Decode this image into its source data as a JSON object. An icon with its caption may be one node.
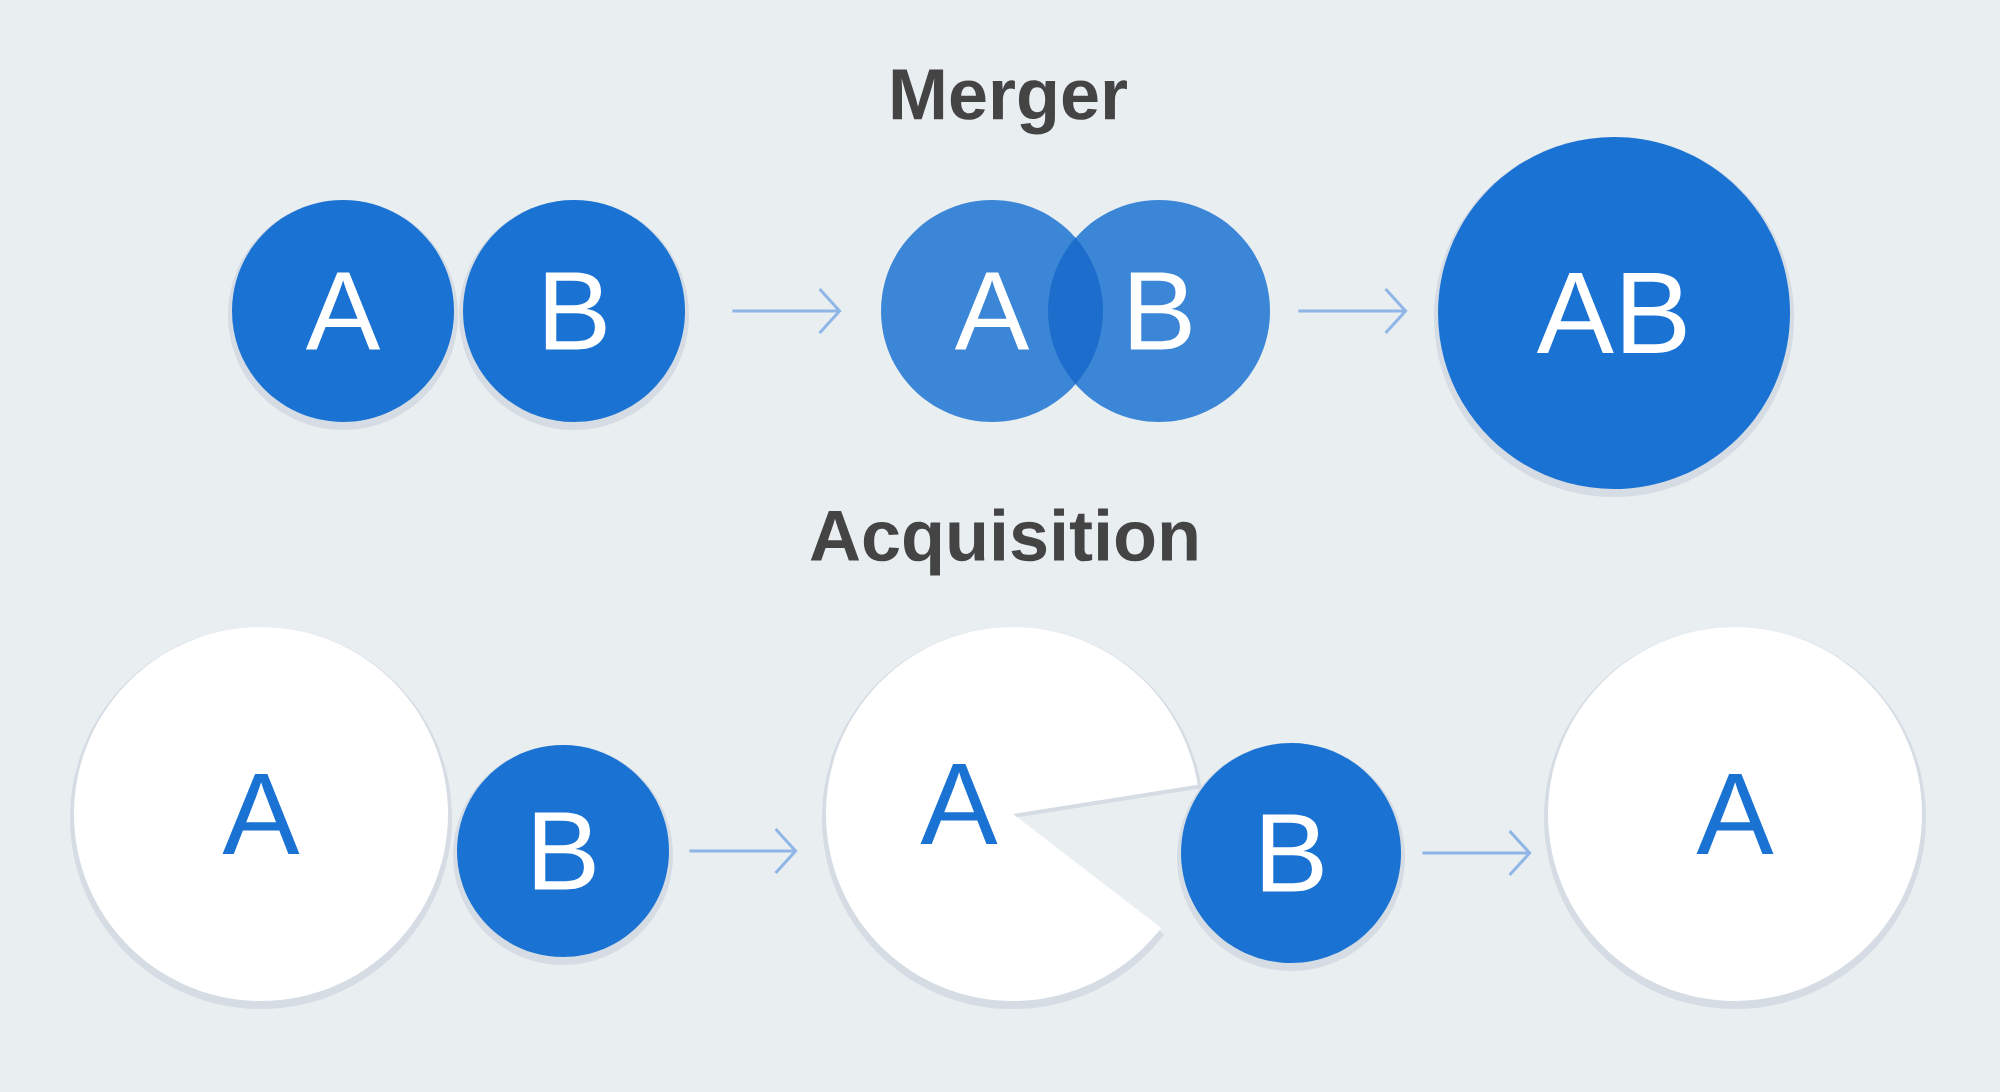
{
  "diagram": {
    "nodes": [
      {
        "text": [
          "A"
        ]
      },
      {
        "text": [
          "B"
        ]
      },
      {
        "text": [
          "A"
        ]
      },
      {
        "text": [
          "B"
        ]
      },
      {
        "text": [
          "AB"
        ]
      },
      {
        "text": [
          "A"
        ]
      },
      {
        "text": [
          "B"
        ]
      },
      {
        "text": [
          "A"
        ]
      },
      {
        "text": [
          "B"
        ]
      },
      {
        "text": [
          "A"
        ]
      }
    ],
    "edges": [
      {
        "from": 1,
        "to": 2,
        "arrow": "to"
      },
      {
        "from": 3,
        "to": 4,
        "arrow": "to"
      },
      {
        "from": 6,
        "to": 7,
        "arrow": "to"
      },
      {
        "from": 8,
        "to": 9,
        "arrow": "to"
      }
    ],
    "labels": [
      "Merger",
      "Acquisition"
    ]
  }
}
